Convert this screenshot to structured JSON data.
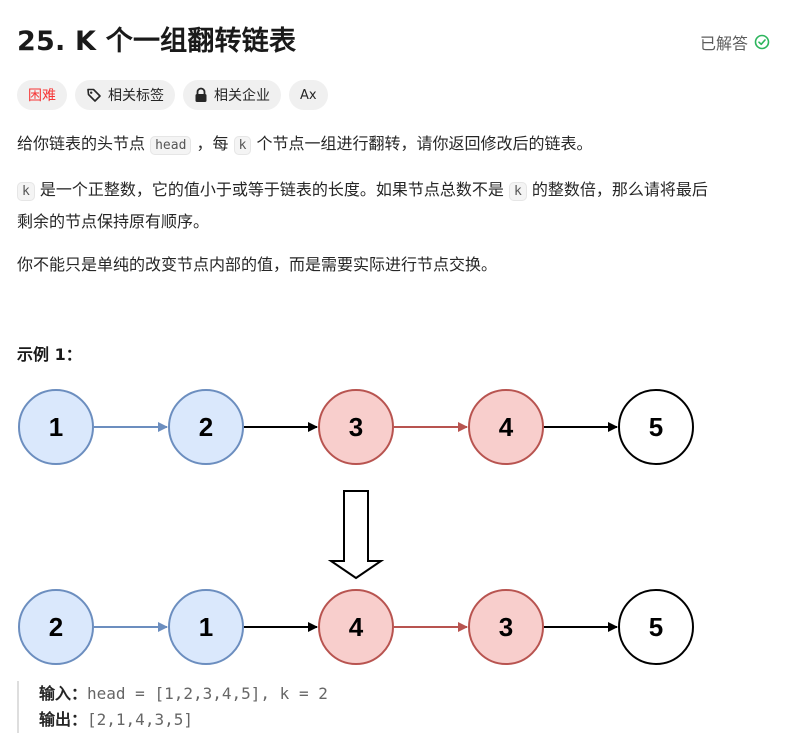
{
  "header": {
    "title": "25. K 个一组翻转链表",
    "status_label": "已解答"
  },
  "tags": {
    "difficulty": "困难",
    "topics": "相关标签",
    "companies": "相关企业",
    "font_toggle": "Ax"
  },
  "description": {
    "p1": {
      "before": "给你链表的头节点 ",
      "code1": "head",
      "middle": " ，每 ",
      "code2": "k",
      "after": " 个节点一组进行翻转，请你返回修改后的链表。"
    },
    "p2": {
      "code1": "k",
      "before": " 是一个正整数，它的值小于或等于链表的长度。如果节点总数不是 ",
      "code2": "k",
      "after": " 的整数倍，那么请将最后",
      "line2": "剩余的节点保持原有顺序。"
    },
    "p3": "你不能只是单纯的改变节点内部的值，而是需要实际进行节点交换。"
  },
  "example": {
    "title": "示例 1：",
    "before_nodes": [
      "1",
      "2",
      "3",
      "4",
      "5"
    ],
    "after_nodes": [
      "2",
      "1",
      "4",
      "3",
      "5"
    ],
    "input_label": "输入：",
    "input_value": "head = [1,2,3,4,5], k = 2",
    "output_label": "输出：",
    "output_value": "[2,1,4,3,5]"
  },
  "colors": {
    "blue_fill": "#dae8fc",
    "blue_stroke": "#6c8ebf",
    "red_fill": "#f8cecc",
    "red_stroke": "#b85450",
    "black": "#000000",
    "solved_green": "#2db55d",
    "hard_red": "#f63636"
  }
}
